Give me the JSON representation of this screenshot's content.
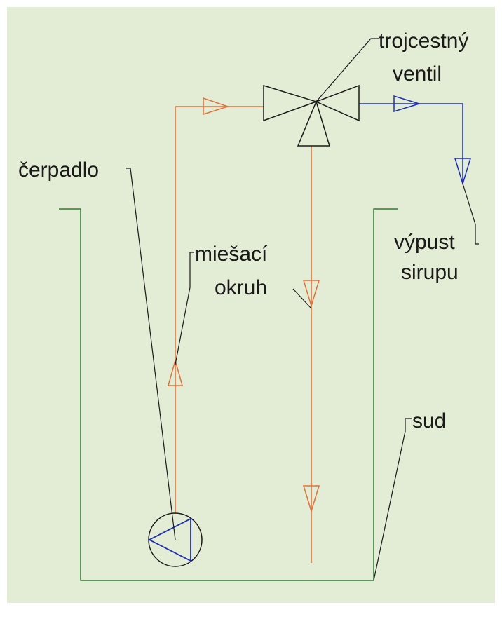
{
  "colors": {
    "background": "#e3edd5",
    "tank": "#2e7d32",
    "mixing_loop": "#e0703a",
    "outlet": "#1e2fb5",
    "pump_triangle": "#1e2fb5",
    "valve": "#1a1a1a",
    "leader": "#1a1a1a",
    "text": "#1a1a1a"
  },
  "labels": {
    "pump": "čerpadlo",
    "mixing_loop_line1": "miešací",
    "mixing_loop_line2": "okruh",
    "valve_line1": "trojcestný",
    "valve_line2": "ventil",
    "outlet_line1": "výpust",
    "outlet_line2": "sirupu",
    "barrel": "sud"
  },
  "icons": {
    "pump": "pump-circle-triangle-icon",
    "valve": "three-way-valve-icon",
    "flow_arrow": "flow-direction-arrow-icon"
  }
}
